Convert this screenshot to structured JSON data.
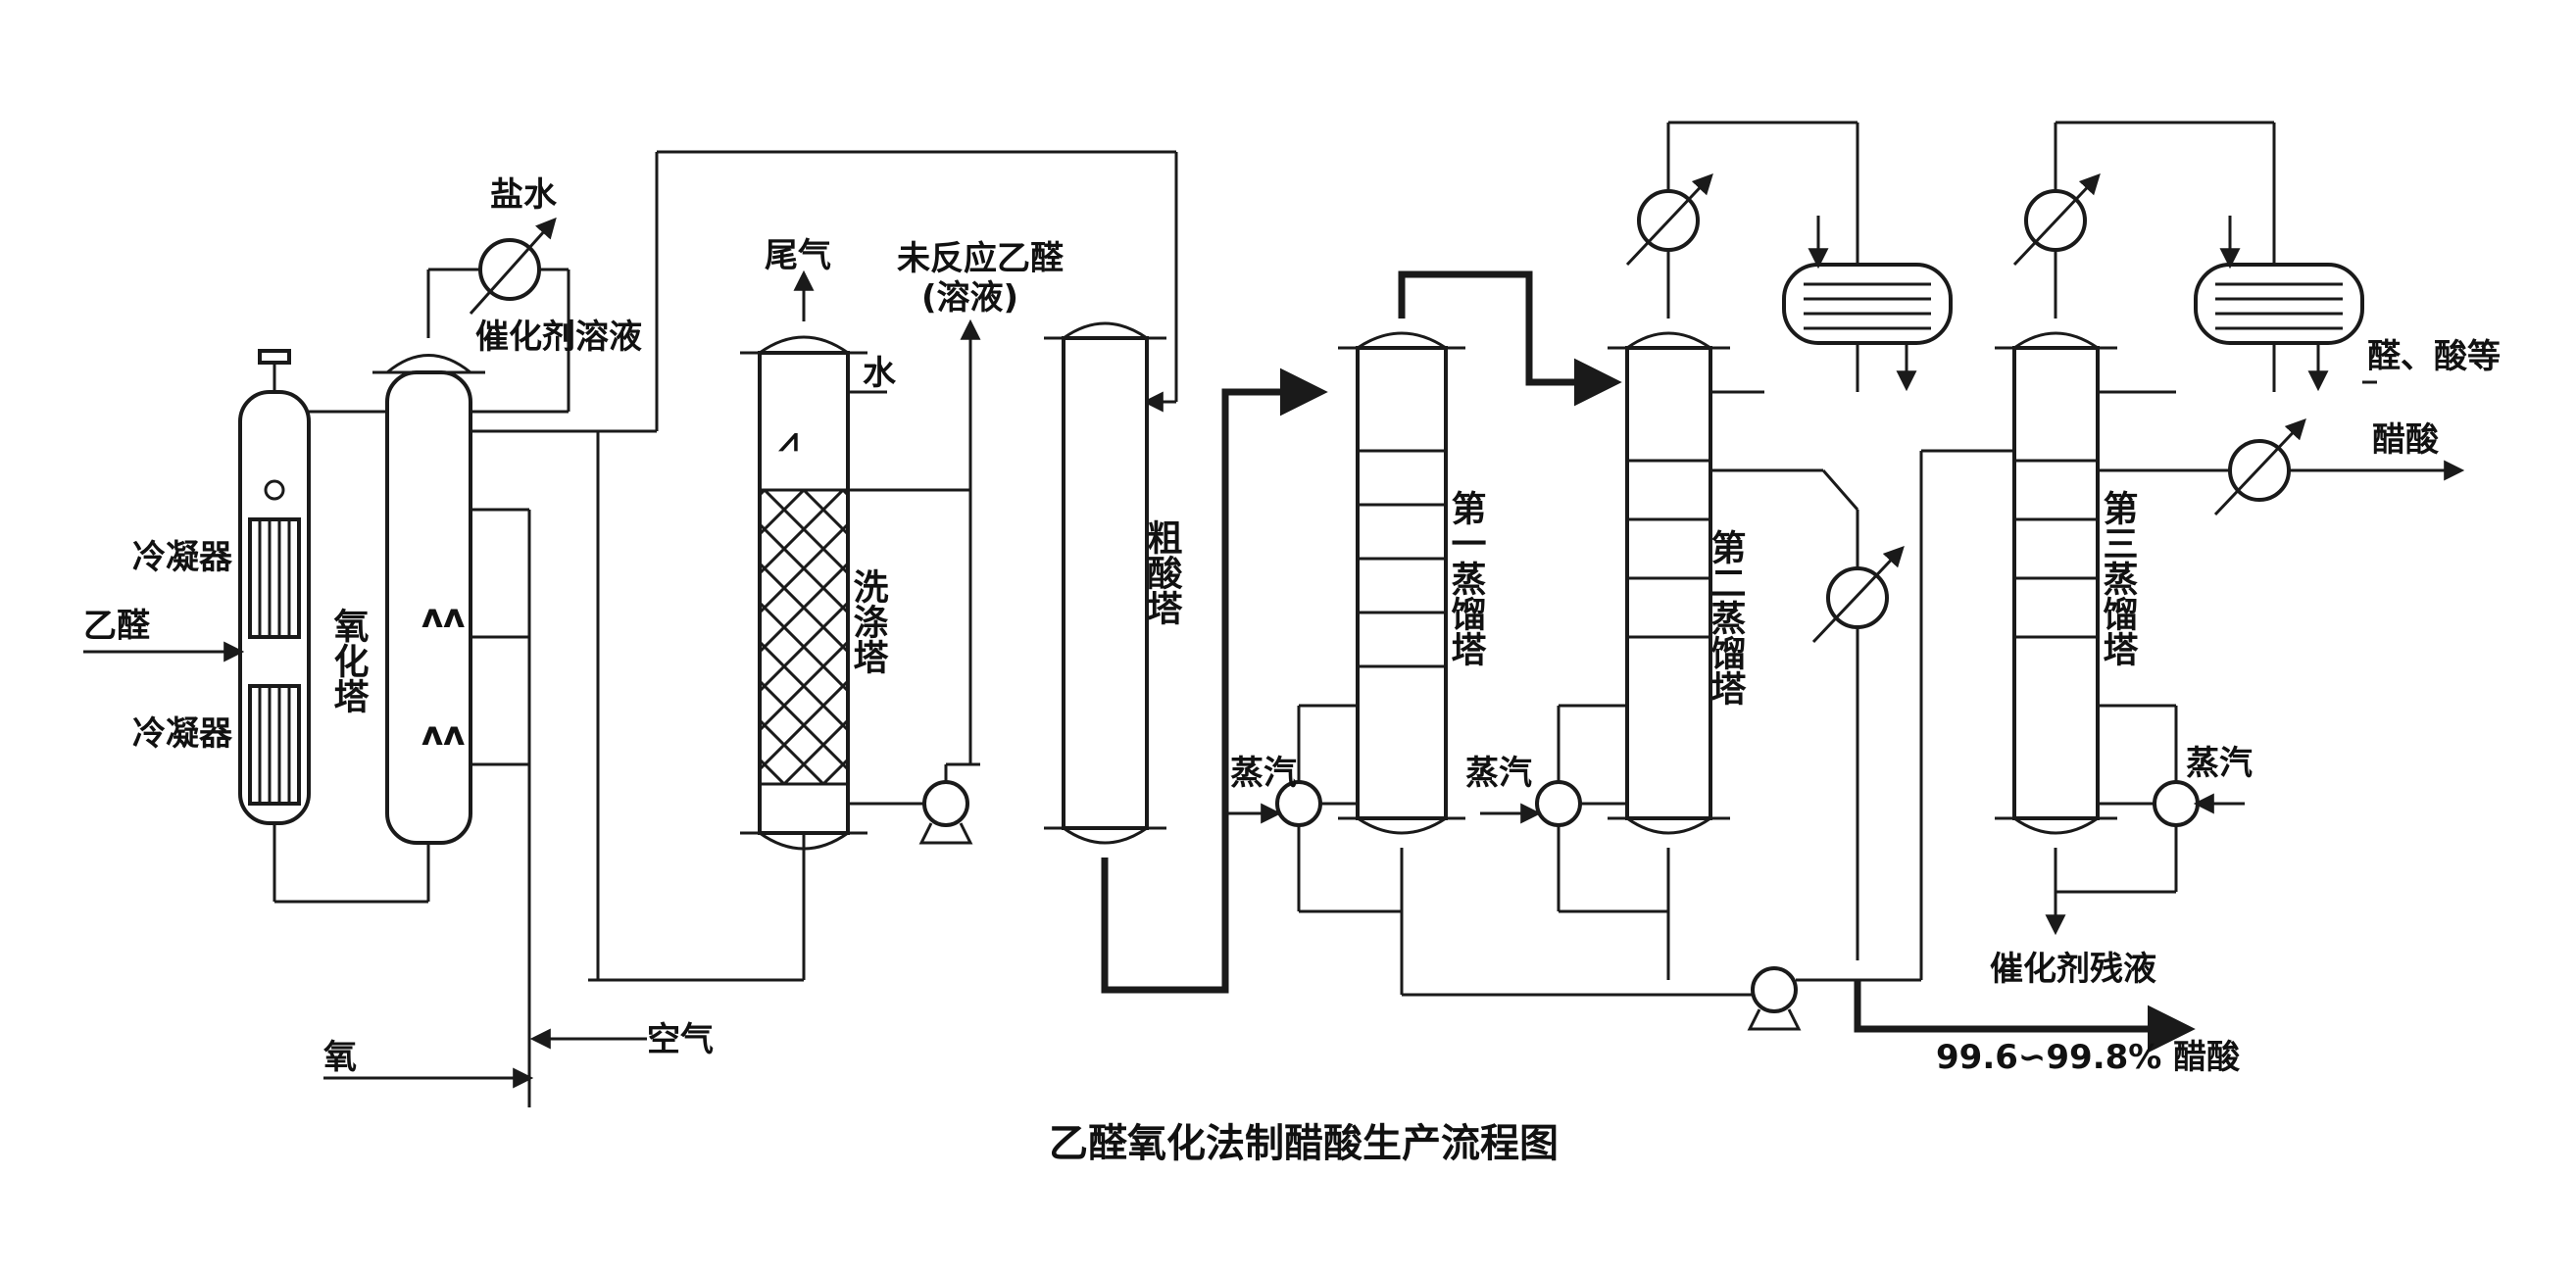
{
  "caption": "乙醛氧化法制醋酸生产流程图",
  "labels": {
    "brine": "盐水",
    "catalyst_solution": "催化剂溶液",
    "tail_gas": "尾气",
    "unreacted_acetaldehyde": "未反应乙醛",
    "solution_paren": "(溶液)",
    "water": "水",
    "condenser_top": "冷凝器",
    "condenser_bottom": "冷凝器",
    "acetaldehyde_in": "乙醛",
    "oxidation_tower": "氧化塔",
    "washing_tower": "洗涤塔",
    "crude_acid_tower": "粗酸塔",
    "first_distillation": "第一蒸馏塔",
    "second_distillation": "第二蒸馏塔",
    "third_distillation": "第三蒸馏塔",
    "steam_1": "蒸汽",
    "steam_2": "蒸汽",
    "steam_3": "蒸汽",
    "aldehyde_acid_etc": "醛、酸等",
    "acetic_acid": "醋酸",
    "catalyst_residue": "催化剂残液",
    "product": "99.6∽99.8% 醋酸",
    "oxygen": "氧",
    "air": "空气"
  }
}
